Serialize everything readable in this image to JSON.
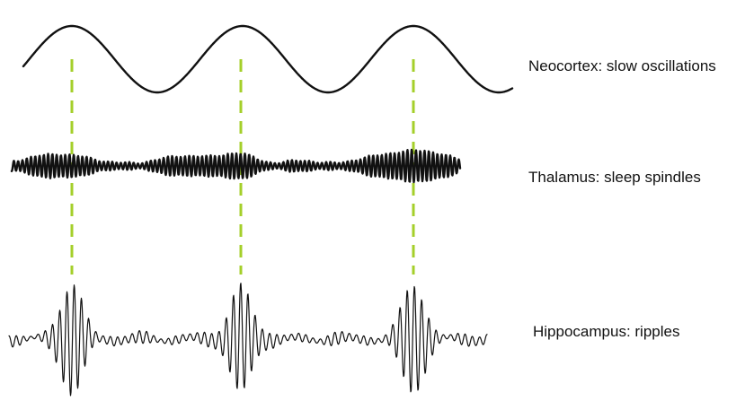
{
  "colors": {
    "background": "#ffffff",
    "trace": "#111111",
    "marker": "#a4cf2a"
  },
  "rows": [
    {
      "id": "neocortex",
      "label": "Neocortex: slow oscillations",
      "waveform": "slow-oscillation"
    },
    {
      "id": "thalamus",
      "label": "Thalamus: sleep spindles",
      "waveform": "spindle"
    },
    {
      "id": "hippocampus",
      "label": "Hippocampus: ripples",
      "waveform": "ripple"
    }
  ],
  "markers": {
    "count": 3,
    "style": "dashed",
    "aligned_to": "slow-oscillation peaks"
  }
}
